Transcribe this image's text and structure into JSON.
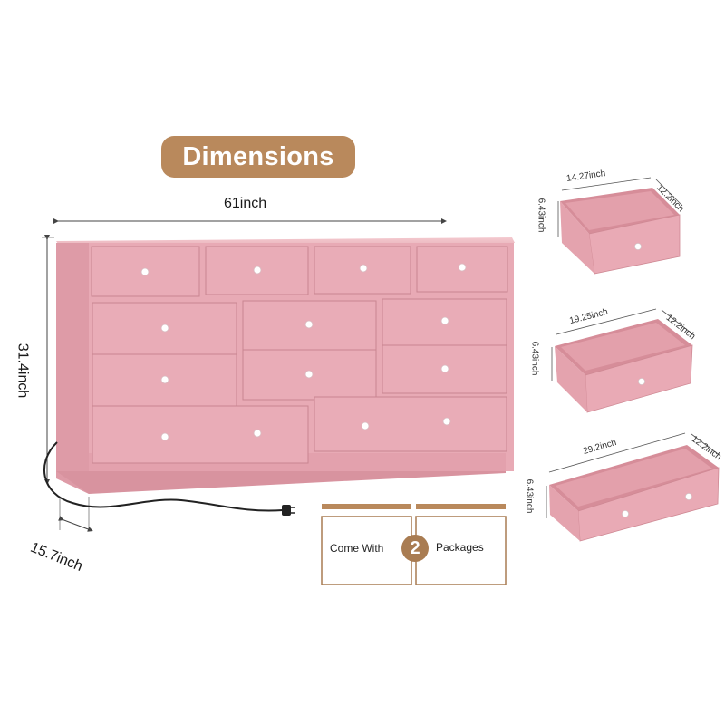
{
  "title": "Dimensions",
  "dimensions": {
    "width": "61inch",
    "height": "31.4inch",
    "depth": "15.7inch"
  },
  "drawers": [
    {
      "width": "14.27inch",
      "depth": "12.2inch",
      "height": "6.43inch"
    },
    {
      "width": "19.25inch",
      "depth": "12.2inch",
      "height": "6.43inch"
    },
    {
      "width": "29.2inch",
      "depth": "12.2inch",
      "height": "6.43inch"
    }
  ],
  "packages": {
    "left_text": "Come With",
    "count": "2",
    "right_text": "Packages"
  },
  "colors": {
    "dresser_pink": "#e7a9b4",
    "accent_brown": "#b9895c"
  }
}
